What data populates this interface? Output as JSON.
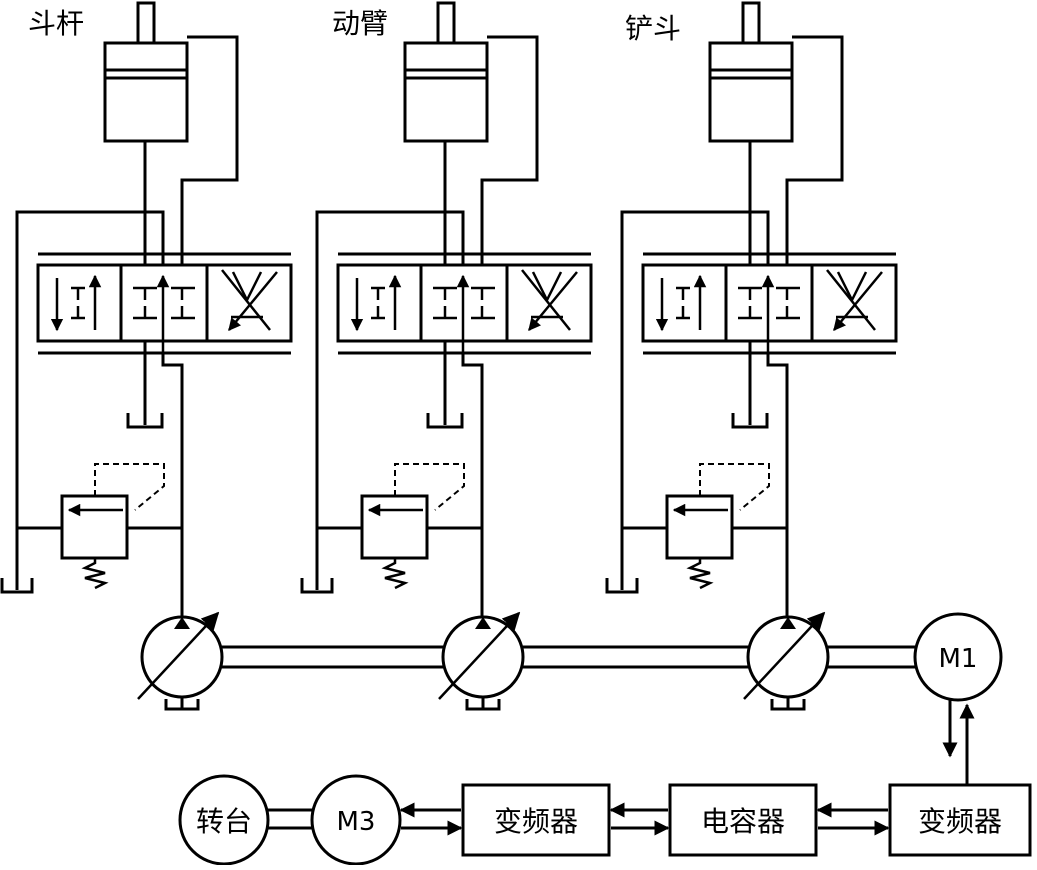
{
  "circuits": [
    {
      "label": "斗杆"
    },
    {
      "label": "动臂"
    },
    {
      "label": "铲斗"
    }
  ],
  "motors": {
    "m1": "M1",
    "m3": "M3",
    "turntable": "转台"
  },
  "boxes": {
    "inverter_left": "变频器",
    "capacitor": "电容器",
    "inverter_right": "变频器"
  },
  "colors": {
    "line": "#000000",
    "background": "#ffffff"
  }
}
